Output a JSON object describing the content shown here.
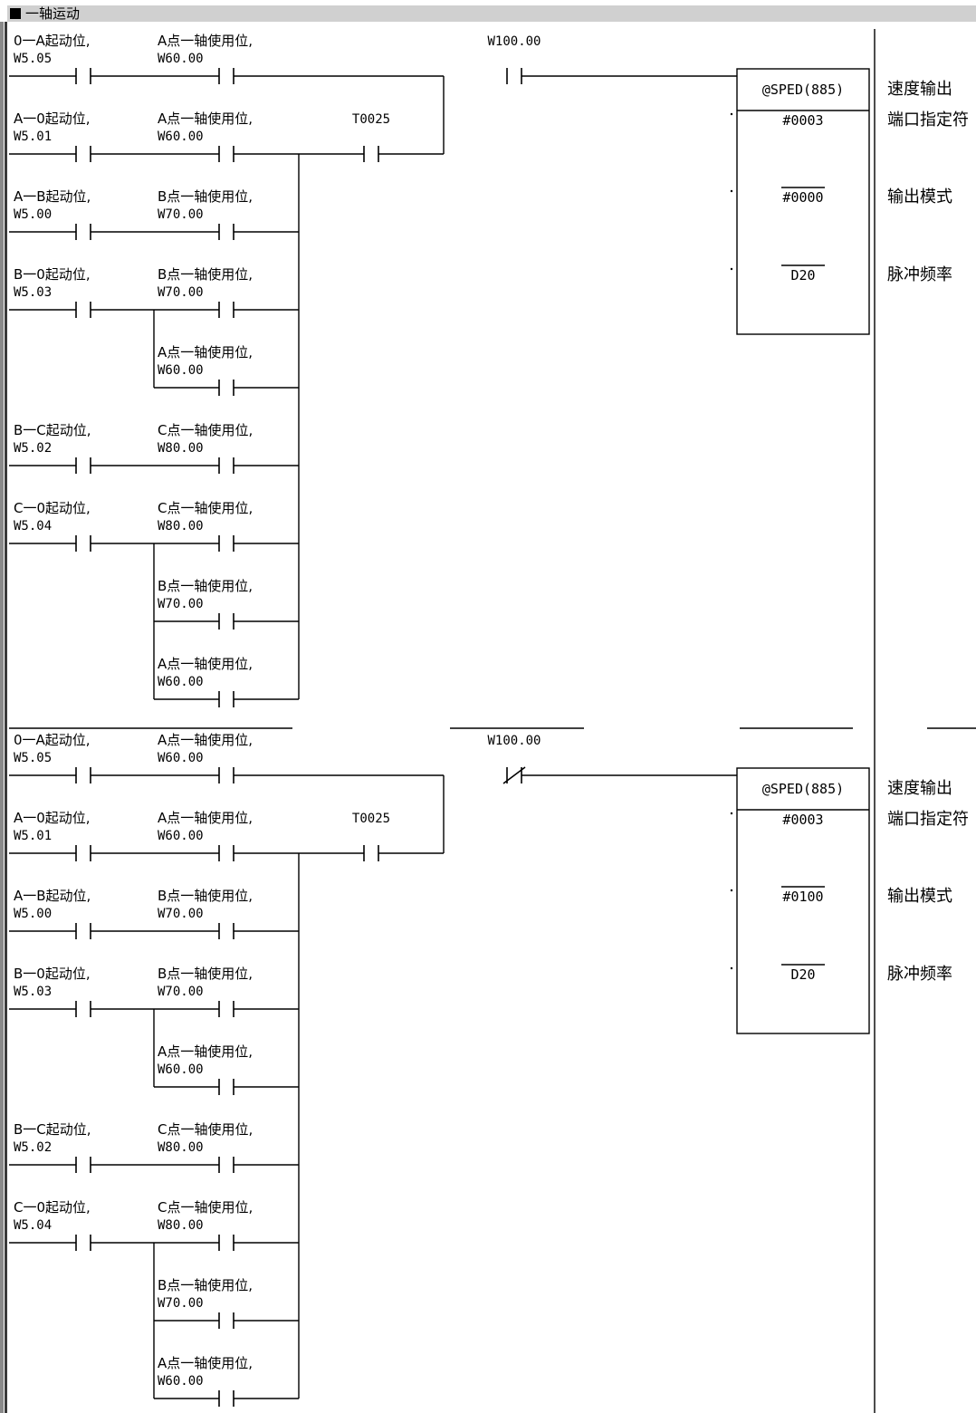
{
  "section": {
    "title": "一轴运动"
  },
  "rungs": [
    {
      "main_contact": {
        "addr": "W100.00",
        "type": "NO"
      },
      "timer_contact": {
        "addr": "T0025"
      },
      "branches": [
        [
          {
            "label": "0一A起动位,",
            "addr": "W5.05"
          },
          {
            "label": "A点一轴使用位,",
            "addr": "W60.00"
          }
        ],
        [
          {
            "label": "A一0起动位,",
            "addr": "W5.01"
          },
          {
            "label": "A点一轴使用位,",
            "addr": "W60.00"
          }
        ],
        [
          {
            "label": "A一B起动位,",
            "addr": "W5.00"
          },
          {
            "label": "B点一轴使用位,",
            "addr": "W70.00"
          }
        ],
        [
          {
            "label": "B一0起动位,",
            "addr": "W5.03"
          },
          {
            "label": "B点一轴使用位,",
            "addr": "W70.00"
          }
        ],
        [
          null,
          {
            "label": "A点一轴使用位,",
            "addr": "W60.00"
          }
        ],
        [
          {
            "label": "B一C起动位,",
            "addr": "W5.02"
          },
          {
            "label": "C点一轴使用位,",
            "addr": "W80.00"
          }
        ],
        [
          {
            "label": "C一0起动位,",
            "addr": "W5.04"
          },
          {
            "label": "C点一轴使用位,",
            "addr": "W80.00"
          }
        ],
        [
          null,
          {
            "label": "B点一轴使用位,",
            "addr": "W70.00"
          }
        ],
        [
          null,
          {
            "label": "A点一轴使用位,",
            "addr": "W60.00"
          }
        ]
      ],
      "instruction": {
        "name": "@SPED(885)",
        "operands": [
          {
            "value": "#0003",
            "comment": "端口指定符"
          },
          {
            "value": "#0000",
            "comment": "输出模式"
          },
          {
            "value": "D20",
            "comment": "脉冲频率"
          }
        ],
        "comment": "速度输出"
      }
    },
    {
      "main_contact": {
        "addr": "W100.00",
        "type": "NC"
      },
      "timer_contact": {
        "addr": "T0025"
      },
      "branches": [
        [
          {
            "label": "0一A起动位,",
            "addr": "W5.05"
          },
          {
            "label": "A点一轴使用位,",
            "addr": "W60.00"
          }
        ],
        [
          {
            "label": "A一0起动位,",
            "addr": "W5.01"
          },
          {
            "label": "A点一轴使用位,",
            "addr": "W60.00"
          }
        ],
        [
          {
            "label": "A一B起动位,",
            "addr": "W5.00"
          },
          {
            "label": "B点一轴使用位,",
            "addr": "W70.00"
          }
        ],
        [
          {
            "label": "B一0起动位,",
            "addr": "W5.03"
          },
          {
            "label": "B点一轴使用位,",
            "addr": "W70.00"
          }
        ],
        [
          null,
          {
            "label": "A点一轴使用位,",
            "addr": "W60.00"
          }
        ],
        [
          {
            "label": "B一C起动位,",
            "addr": "W5.02"
          },
          {
            "label": "C点一轴使用位,",
            "addr": "W80.00"
          }
        ],
        [
          {
            "label": "C一0起动位,",
            "addr": "W5.04"
          },
          {
            "label": "C点一轴使用位,",
            "addr": "W80.00"
          }
        ],
        [
          null,
          {
            "label": "B点一轴使用位,",
            "addr": "W70.00"
          }
        ],
        [
          null,
          {
            "label": "A点一轴使用位,",
            "addr": "W60.00"
          }
        ]
      ],
      "instruction": {
        "name": "@SPED(885)",
        "operands": [
          {
            "value": "#0003",
            "comment": "端口指定符"
          },
          {
            "value": "#0100",
            "comment": "输出模式"
          },
          {
            "value": "D20",
            "comment": "脉冲频率"
          }
        ],
        "comment": "速度输出"
      }
    }
  ]
}
